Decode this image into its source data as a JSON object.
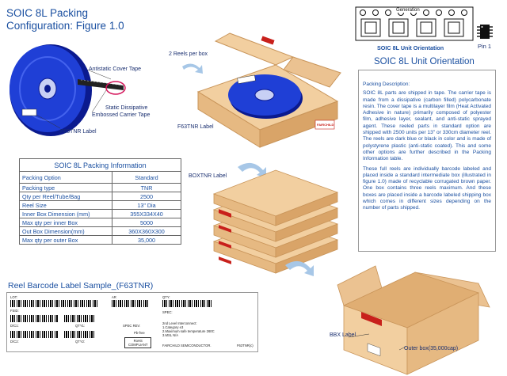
{
  "header": {
    "title_line1": "SOIC 8L Packing",
    "title_line2": "Configuration: Figure 1.0"
  },
  "reel_figure": {
    "cover_tape_label": "Antistatic Cover Tape",
    "carrier_tape_label_1": "Static Dissipative",
    "carrier_tape_label_2": "Embossed Carrier Tape",
    "reel_label": "F63TNR Label"
  },
  "box_figure": {
    "reels_per_box": "2 Reels per box",
    "box_label": "F63TNR Label",
    "fairchild_mark": "FAIRCHILD"
  },
  "unit_orientation_figure": {
    "tape_caption": "Generation",
    "caption": "SOIC 8L Unit Orientation",
    "pin_label": "Pin 1"
  },
  "unit_orientation_heading": "SOIC 8L Unit Orientation",
  "packing_table": {
    "title": "SOIC 8L Packing Information",
    "header": [
      "Packing Option",
      "Standard"
    ],
    "rows": [
      [
        "Packing type",
        "TNR"
      ],
      [
        "Qty per Reel/Tube/Bag",
        "2500"
      ],
      [
        "Reel Size",
        "13\" Dia"
      ],
      [
        "Inner Box Dimension (mm)",
        "355X334X40"
      ],
      [
        "Max qty per inner Box",
        "5000"
      ],
      [
        "Out Box Dimension(mm)",
        "360X360X300"
      ],
      [
        "Max qty per outer Box",
        "35,000"
      ]
    ]
  },
  "description": {
    "heading": "Packing Description:",
    "para1": "SOIC 8L parts are shipped in tape. The carrier tape is made from a dissipative (carbon filled) polycarbonate resin. The cover tape is a multilayer film (Heat Activated Adhesive in nature) primarily composed of polyester film, adhesive layer, sealant, and anti-static sprayed agent. These reeled parts in standard option are shipped with 2500 units per 13\" or 330cm diameter reel. The reels are dark blue or black in color and is made of polystyrene plastic (anti-static coated). This and some other options are further described in the Packing Information table.",
    "para2": "These full reels are individually barcode labeled and placed inside a standard intermediate box (illustrated in figure 1.0) made of recyclable corrugated brown paper. One box contains three reels maximum. And these boxes are placed inside a barcode labeled shipping box which comes in different sizes depending on the number of parts shipped."
  },
  "boxtnr_label": "BOXTNR Label",
  "bbx_figure": {
    "bbx_label": "BBX Label",
    "outer_box_label": "Outer box(35,000cap)"
  },
  "barcode_sample": {
    "title": "Reel Barcode Label Sample_(F63TNR)",
    "lot": "LOT:",
    "fsid": "FSID:",
    "ar": "AR",
    "qty": "QTY:",
    "spec": "SPEC:",
    "dc": "D/C1:",
    "qty1": "QTY1:",
    "dc2": "D/C2:",
    "qty2": "QTY2:",
    "spec_rev": "SPEC REV:",
    "pb_free": "Pb-free",
    "rohs1": "RoHS",
    "rohs2": "COMPLIANT",
    "level_line1": "2nd Level Interconnect:",
    "level_line2": "1.Category e3",
    "level_line3": "2.Maximum safe temperature 260C",
    "level_line4": "3.MSL N/A",
    "manufacturer": "FAIRCHILD SEMICONDUCTOR.",
    "code": "F63TNR(c)"
  },
  "colors": {
    "text_blue": "#1a4fa0",
    "reel_blue": "#1f3fd6",
    "carton": "#f2cfa0",
    "carton_edge": "#c9955a",
    "label_red": "#c8201b"
  }
}
